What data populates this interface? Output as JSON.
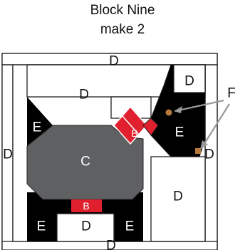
{
  "heading": {
    "title": "Block Nine",
    "subtitle": "make 2"
  },
  "colors": {
    "black": "#000000",
    "grey": "#5f6062",
    "red": "#e0202e",
    "white": "#ffffff",
    "outline": "#231f20",
    "eye": "#b87a3c",
    "arrow": "#9a9a9a"
  },
  "labels": {
    "d_top": "D",
    "d_band": "D",
    "d_ear": "D",
    "d_left": "D",
    "d_right": "D",
    "d_lower_right": "D",
    "d_bottom_mid": "D",
    "d_bottom": "D",
    "e_left": "E",
    "e_ear": "E",
    "e_leg_left": "E",
    "e_leg_right": "E",
    "c_body": "C",
    "b_neck": "B",
    "b_bar": "B",
    "f_callout": "F"
  }
}
